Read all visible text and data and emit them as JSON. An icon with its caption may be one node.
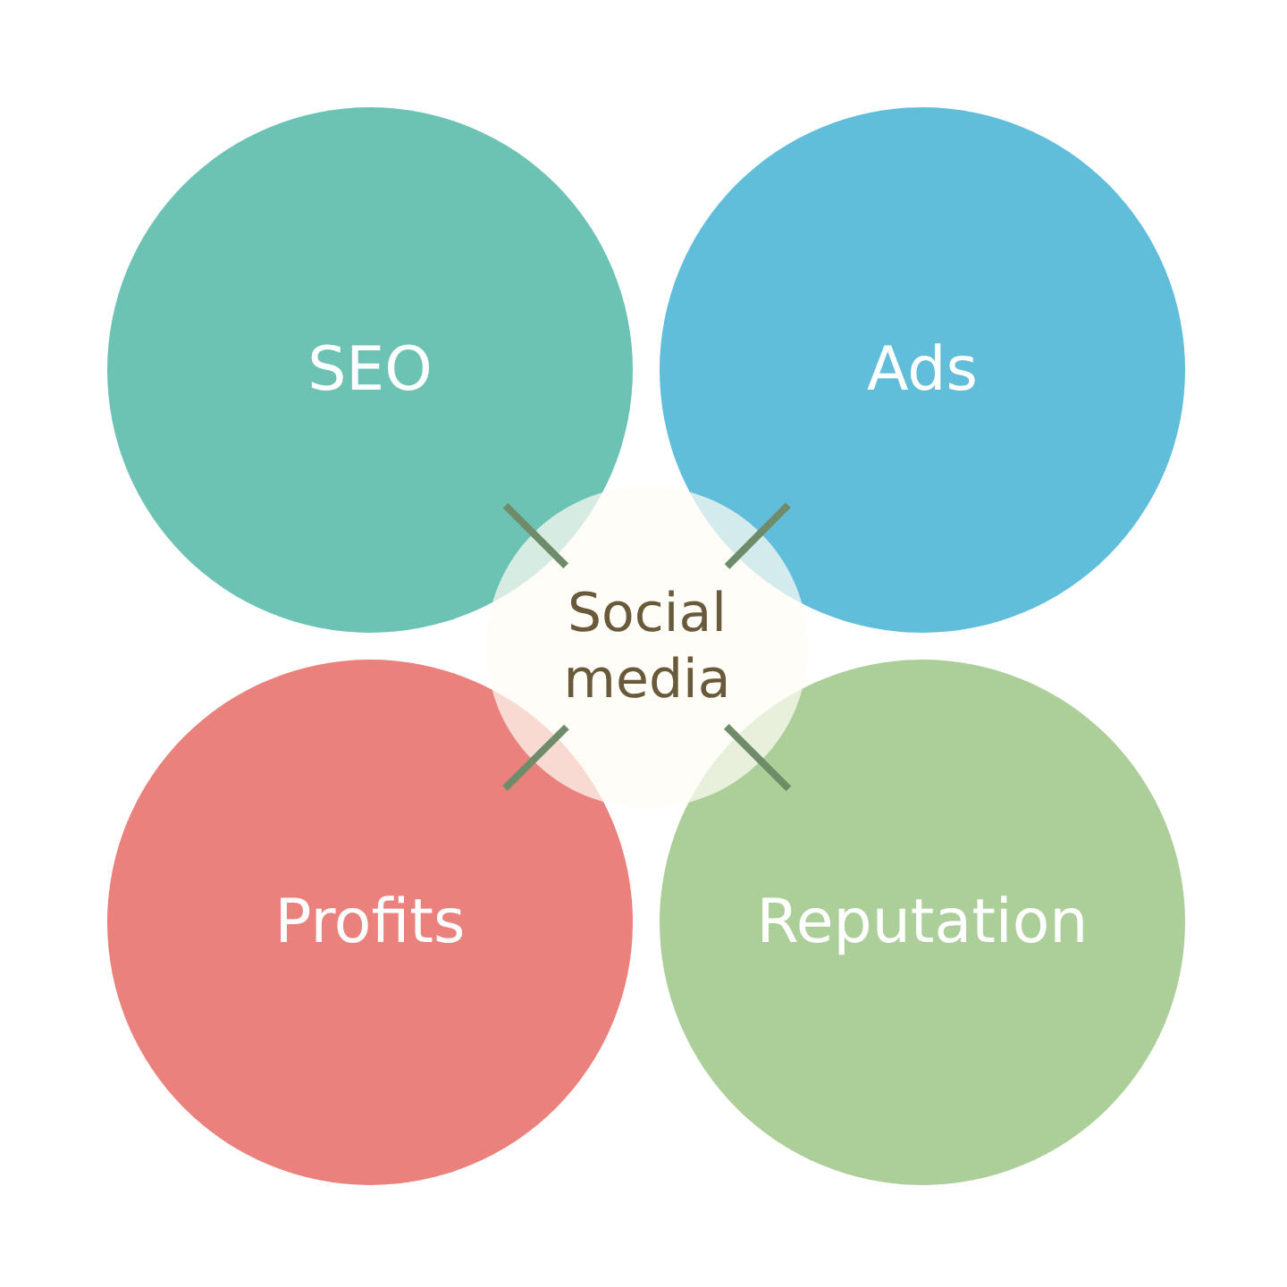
{
  "diagram": {
    "nodes": [
      {
        "text": [
          "SEO"
        ]
      },
      {
        "text": [
          "Ads"
        ]
      },
      {
        "text": [
          "Social media"
        ]
      },
      {
        "text": [
          "Profits"
        ]
      },
      {
        "text": [
          "Reputation"
        ]
      }
    ],
    "edges": [
      {
        "from": 2,
        "to": 0,
        "arrow": "none"
      },
      {
        "from": 2,
        "to": 1,
        "arrow": "none"
      },
      {
        "from": 2,
        "to": 3,
        "arrow": "none"
      },
      {
        "from": 2,
        "to": 4,
        "arrow": "none"
      }
    ]
  }
}
